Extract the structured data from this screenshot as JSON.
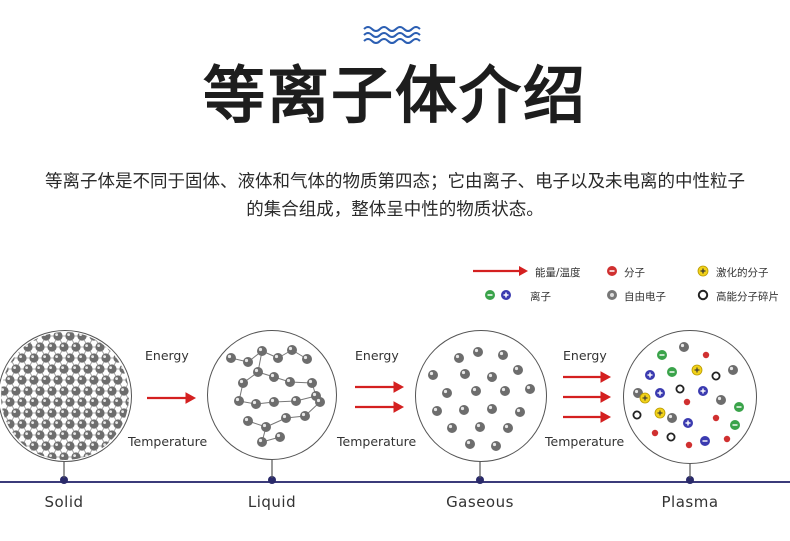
{
  "header": {
    "title": "等离子体介绍",
    "description_line1": "等离子体是不同于固体、液体和气体的物质第四态；它由离子、电子以及未电离的中性粒子",
    "description_line2": "的集合组成，整体呈中性的物质状态。"
  },
  "legend": {
    "energy_temp": "能量/温度",
    "molecule": "分子",
    "excited_molecule": "激化的分子",
    "ion": "离子",
    "free_electron": "自由电子",
    "high_energy_fragment": "高能分子碎片"
  },
  "transitions": [
    {
      "energy": "Energy",
      "temperature": "Temperature"
    },
    {
      "energy": "Energy",
      "temperature": "Temperature"
    },
    {
      "energy": "Energy",
      "temperature": "Temperature"
    }
  ],
  "states": [
    {
      "label": "Solid"
    },
    {
      "label": "Liquid"
    },
    {
      "label": "Gaseous"
    },
    {
      "label": "Plasma"
    }
  ],
  "colors": {
    "arrow": "#d42020",
    "particle": "#6d6d6d",
    "axis": "#3b3b7a",
    "wave": "#2c5fb3",
    "ion_green": "#3aa34a",
    "ion_blue": "#3b3bb0",
    "molecule_red": "#d03030",
    "excited_yellow": "#f2d21a"
  }
}
